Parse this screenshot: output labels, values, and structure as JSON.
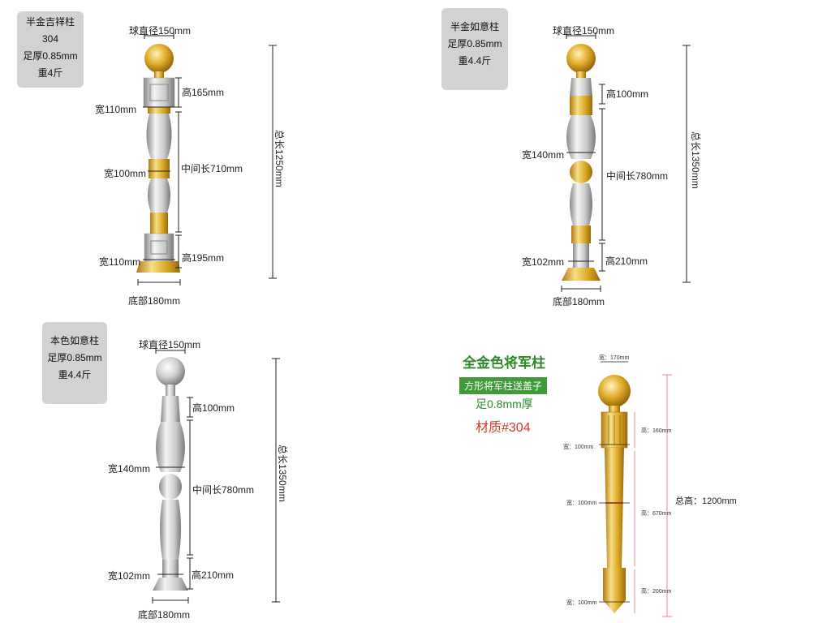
{
  "colors": {
    "gold": "#d9a520",
    "gold_light": "#f4dc7c",
    "silver": "#cfcfcf",
    "silver_dark": "#8a8a8a",
    "badge_bg": "#d2d2d2",
    "green": "#2f8a2a",
    "red": "#d23a2a"
  },
  "products": [
    {
      "badge": [
        "半金吉祥柱",
        "304",
        "足厚0.85mm",
        "重4斤"
      ],
      "labels": {
        "ball": "球直径150mm",
        "top_width": "宽110mm",
        "top_height": "高165mm",
        "mid_width": "宽100mm",
        "mid_length": "中间长710mm",
        "bottom_width": "宽110mm",
        "bottom_height": "高195mm",
        "base": "底部180mm",
        "total": "总长1250mm"
      }
    },
    {
      "badge": [
        "半金如意柱",
        "足厚0.85mm",
        "重4.4斤"
      ],
      "labels": {
        "ball": "球直径150mm",
        "top_height": "高100mm",
        "mid_width": "宽140mm",
        "mid_length": "中间长780mm",
        "bottom_width": "宽102mm",
        "bottom_height": "高210mm",
        "base": "底部180mm",
        "total": "总长1350mm"
      }
    },
    {
      "badge": [
        "本色如意柱",
        "足厚0.85mm",
        "重4.4斤"
      ],
      "labels": {
        "ball": "球直径150mm",
        "top_height": "高100mm",
        "mid_width": "宽140mm",
        "mid_length": "中间长780mm",
        "bottom_width": "宽102mm",
        "bottom_height": "高210mm",
        "base": "底部180mm",
        "total": "总长1350mm"
      }
    },
    {
      "title": "全金色将军柱",
      "strip": "方形将军柱送盖子",
      "thickness": "足0.8mm厚",
      "material": "材质#304",
      "labels": {
        "ball": "宽：170mm",
        "top_height": "高：160mm",
        "top_width": "宽：100mm",
        "mid_width": "宽：100mm",
        "mid_length": "高：670mm",
        "bottom_height": "高：200mm",
        "bottom_width": "宽：100mm",
        "total": "总高：1200mm"
      }
    }
  ]
}
